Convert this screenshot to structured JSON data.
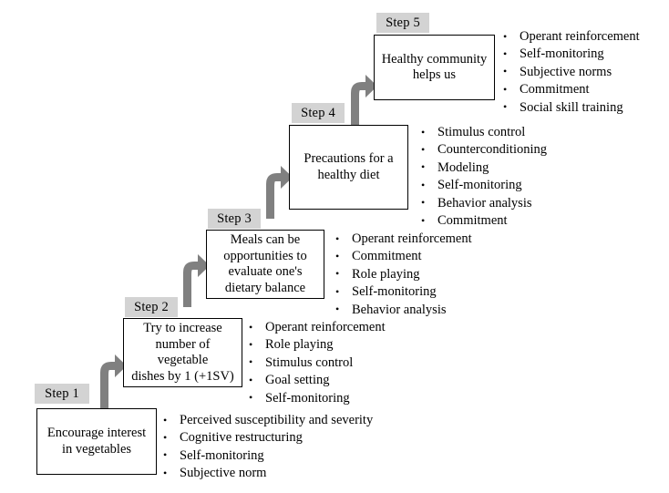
{
  "diagram": {
    "title": "Stepwise dietary behavior change staircase",
    "accent_gray": "#808080",
    "label_bg": "#d3d3d3",
    "box_border": "#000000",
    "arrow_semantic": "elbow-up-right-arrow",
    "steps": [
      {
        "id": "step1",
        "label": "Step 1",
        "goal_lines": [
          "Encourage interest",
          "in vegetables"
        ],
        "techniques": [
          "Perceived susceptibility and severity",
          "Cognitive restructuring",
          "Self-monitoring",
          "Subjective norm"
        ]
      },
      {
        "id": "step2",
        "label": "Step 2",
        "goal_lines": [
          "Try to increase",
          "number of vegetable",
          "dishes by 1 (+1SV)"
        ],
        "techniques": [
          "Operant reinforcement",
          "Role playing",
          "Stimulus control",
          "Goal setting",
          "Self-monitoring"
        ]
      },
      {
        "id": "step3",
        "label": "Step 3",
        "goal_lines": [
          "Meals can be",
          "opportunities to",
          "evaluate one's",
          "dietary balance"
        ],
        "techniques": [
          "Operant reinforcement",
          "Commitment",
          "Role playing",
          "Self-monitoring",
          "Behavior analysis"
        ]
      },
      {
        "id": "step4",
        "label": "Step 4",
        "goal_lines": [
          "Precautions for a",
          "healthy diet"
        ],
        "techniques": [
          "Stimulus control",
          "Counterconditioning",
          "Modeling",
          "Self-monitoring",
          "Behavior analysis",
          "Commitment"
        ]
      },
      {
        "id": "step5",
        "label": "Step 5",
        "goal_lines": [
          "Healthy community",
          "helps us"
        ],
        "techniques": [
          "Operant reinforcement",
          "Self-monitoring",
          "Subjective norms",
          "Commitment",
          "Social skill training"
        ]
      }
    ]
  }
}
